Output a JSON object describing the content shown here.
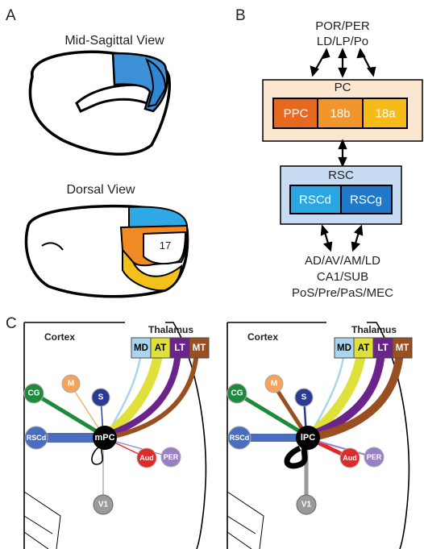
{
  "panels": {
    "a": {
      "letter": "A",
      "sagittal_title": "Mid-Sagittal View",
      "dorsal_title": "Dorsal View",
      "area_label": "17"
    },
    "b": {
      "letter": "B",
      "top_lines": [
        "POR/PER",
        "LD/LP/Po"
      ],
      "pc": {
        "title": "PC",
        "areas": [
          "PPC",
          "18b",
          "18a"
        ]
      },
      "rsc": {
        "title": "RSC",
        "areas": [
          "RSCd",
          "RSCg"
        ]
      },
      "bottom_lines": [
        "AD/AV/AM/LD",
        "CA1/SUB",
        "PoS/Pre/PaS/MEC"
      ]
    },
    "c": {
      "letter": "C",
      "left": {
        "cortex_label": "Cortex",
        "thalamus_label": "Thalamus",
        "hub": "mPC",
        "thalamus_boxes": [
          "MD",
          "AT",
          "LT",
          "MT"
        ],
        "cortical_nodes": [
          "CG",
          "M",
          "S",
          "RSCd",
          "Aud",
          "PER",
          "V1"
        ]
      },
      "right": {
        "cortex_label": "Cortex",
        "thalamus_label": "Thalamus",
        "hub": "lPC",
        "thalamus_boxes": [
          "MD",
          "AT",
          "LT",
          "MT"
        ],
        "cortical_nodes": [
          "CG",
          "M",
          "S",
          "RSCd",
          "Aud",
          "PER",
          "V1"
        ]
      }
    }
  },
  "colors": {
    "blue_region": "#3d8fd6",
    "light_blue_region": "#2fa9e6",
    "orange_region": "#ef8a25",
    "yellow_region": "#f3c21a",
    "pc_bg": "#fbe6d0",
    "ppc": "#e56a1f",
    "a18b": "#f0962c",
    "a18a": "#f6bb1a",
    "rsc_bg": "#c7dbf2",
    "rscd": "#2aa7e2",
    "rscg": "#1f78c8",
    "CG": "#1f8a3c",
    "M": "#f3a35c",
    "S": "#2b3a93",
    "RSCd_node": "#4a6dc0",
    "Aud": "#e02a2a",
    "PER": "#9b7fc4",
    "V1": "#9a9a9a",
    "MD": "#a9d5ee",
    "AT": "#dfe03a",
    "LT": "#6b2489",
    "MT": "#9a4f21"
  }
}
